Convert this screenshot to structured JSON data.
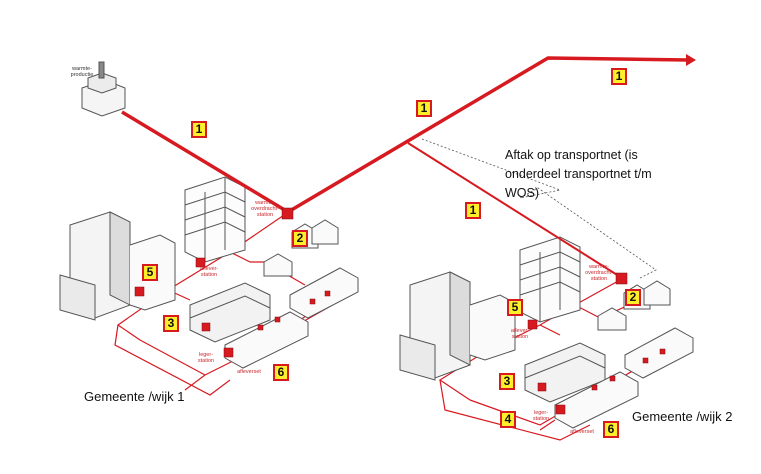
{
  "badges": {
    "b1": "1",
    "b2": "2",
    "b3": "3",
    "b4": "4",
    "b5": "5",
    "b6": "6"
  },
  "labels": {
    "gemeente1": "Gemeente /wijk 1",
    "gemeente2": "Gemeente /wijk 2",
    "aftak": "Aftak op transportnet (is onderdeel transportnet t/m WOS)"
  },
  "small_labels": {
    "warmteproductie_1": "warmte-",
    "warmteproductie_2": "productie",
    "wos_1": "warmte-",
    "wos_2": "overdracht-",
    "wos_3": "station",
    "aflever_1": "aflever-",
    "aflever_2": "station",
    "leger_1": "leger-",
    "leger_2": "station",
    "afleverset": "afleverset"
  },
  "colors": {
    "pipe": "#d71920",
    "badge_fill": "#ffef2a",
    "badge_border": "#d71920",
    "building": "#555555"
  }
}
